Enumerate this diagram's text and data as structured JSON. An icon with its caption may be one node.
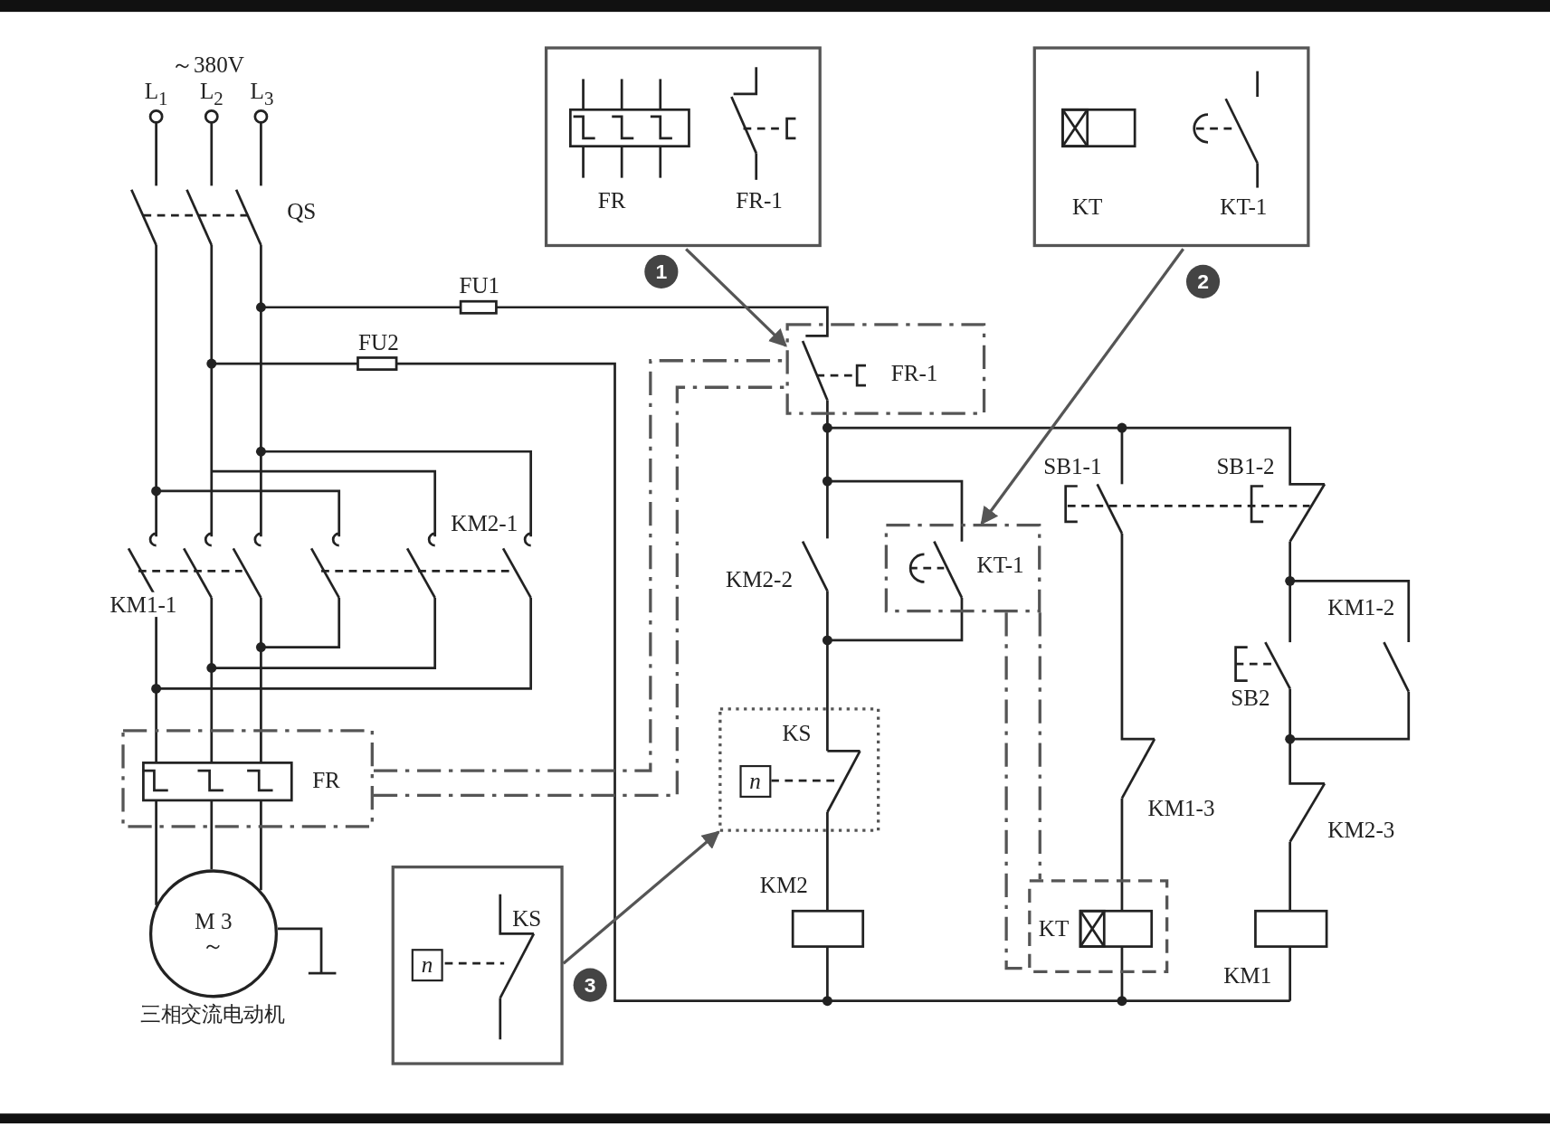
{
  "diagram": {
    "nodes": [
      {
        "text": [
          "FR",
          "FR-1"
        ]
      },
      {
        "text": [
          "KT",
          "KT-1"
        ]
      },
      {
        "text": [
          "KS",
          "n"
        ]
      },
      {
        "text": [
          "FR-1"
        ]
      },
      {
        "text": [
          "KT-1"
        ]
      },
      {
        "text": [
          "KS",
          "n"
        ]
      },
      {
        "text": [
          "FR"
        ]
      },
      {
        "text": [
          "KT"
        ]
      },
      {
        "text": [
          "M 3～"
        ],
        "beside": [
          "三相交流电动机"
        ]
      }
    ],
    "edges": [
      {
        "from": 0,
        "to": 3,
        "arrow": "to"
      },
      {
        "from": 1,
        "to": 4,
        "arrow": "to"
      },
      {
        "from": 2,
        "to": 5,
        "arrow": "to"
      },
      {
        "from": 6,
        "to": 3,
        "arrow": "none",
        "style": "dashed"
      },
      {
        "from": 6,
        "to": 3,
        "arrow": "none",
        "style": "dashed"
      },
      {
        "from": 4,
        "to": 7,
        "arrow": "none",
        "style": "dashed"
      },
      {
        "from": 4,
        "to": 7,
        "arrow": "none",
        "style": "dashed"
      }
    ],
    "labels": [
      "～380V",
      "L$_{1}$",
      "L$_{2}$",
      "L$_{3}$",
      "QS",
      "FU1",
      "FU2",
      "KM1-1",
      "KM2-1",
      "KM2-2",
      "KM2",
      "SB1-1",
      "SB1-2",
      "KM1-2",
      "SB2",
      "KM1-3",
      "KM2-3",
      "KM1",
      "1",
      "2",
      "3"
    ]
  }
}
